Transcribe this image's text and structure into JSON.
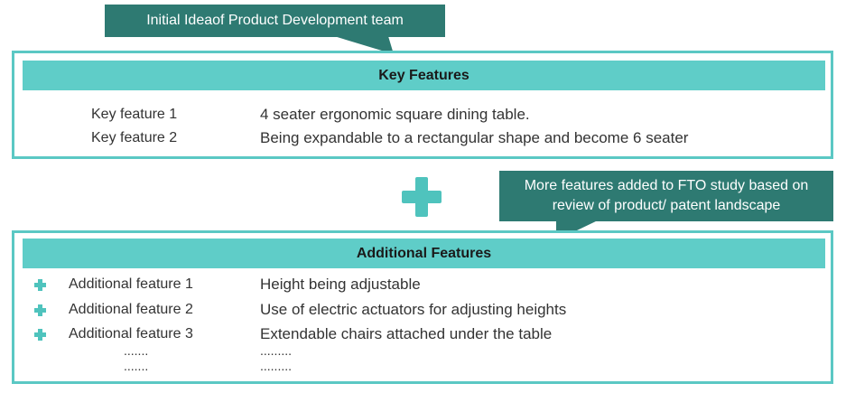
{
  "callouts": {
    "top": "Initial Ideaof Product  Development team",
    "mid_line1": "More features added to FTO study based on",
    "mid_line2": "review of product/ patent landscape"
  },
  "key_features": {
    "header": "Key Features",
    "items": [
      {
        "label": "Key feature 1",
        "value": "4 seater ergonomic square dining table."
      },
      {
        "label": "Key feature 2",
        "value": "Being expandable to a rectangular shape and become 6 seater"
      }
    ]
  },
  "additional_features": {
    "header": "Additional Features",
    "items": [
      {
        "label": "Additional feature 1",
        "value": "Height being adjustable"
      },
      {
        "label": "Additional feature 2",
        "value": "Use of electric actuators for adjusting heights"
      },
      {
        "label": "Additional feature 3",
        "value": "Extendable chairs attached under the table"
      }
    ],
    "ellipsis_label_1": ".......",
    "ellipsis_label_2": ".......",
    "ellipsis_value_1": ".........",
    "ellipsis_value_2": "........."
  },
  "colors": {
    "teal_dark": "#2e7a72",
    "teal_light": "#5fcdc8",
    "border": "#5bc8c4",
    "plus": "#4fc3bd"
  },
  "icons": {
    "big_plus": "plus-icon",
    "bullet": "plus-bullet-icon"
  }
}
